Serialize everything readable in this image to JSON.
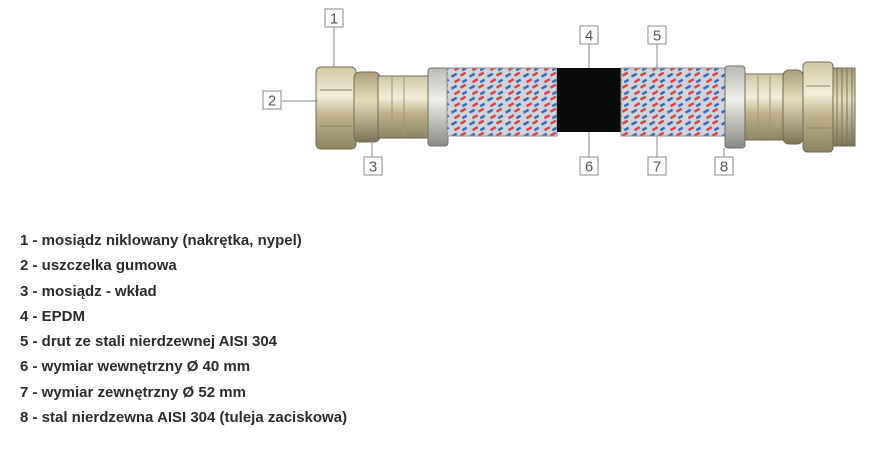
{
  "diagram": {
    "callouts": [
      "1",
      "2",
      "3",
      "4",
      "5",
      "6",
      "7",
      "8"
    ]
  },
  "legend": [
    "1 - mosiądz niklowany (nakrętka, nypel)",
    "2 - uszczelka gumowa",
    "3 - mosiądz - wkład",
    "4 - EPDM",
    "5 - drut ze stali nierdzewnej AISI 304",
    "6 - wymiar wewnętrzny Ø 40 mm",
    "7 - wymiar zewnętrzny Ø 52 mm",
    "8 - stal nierdzewna AISI 304 (tuleja zaciskowa)"
  ]
}
